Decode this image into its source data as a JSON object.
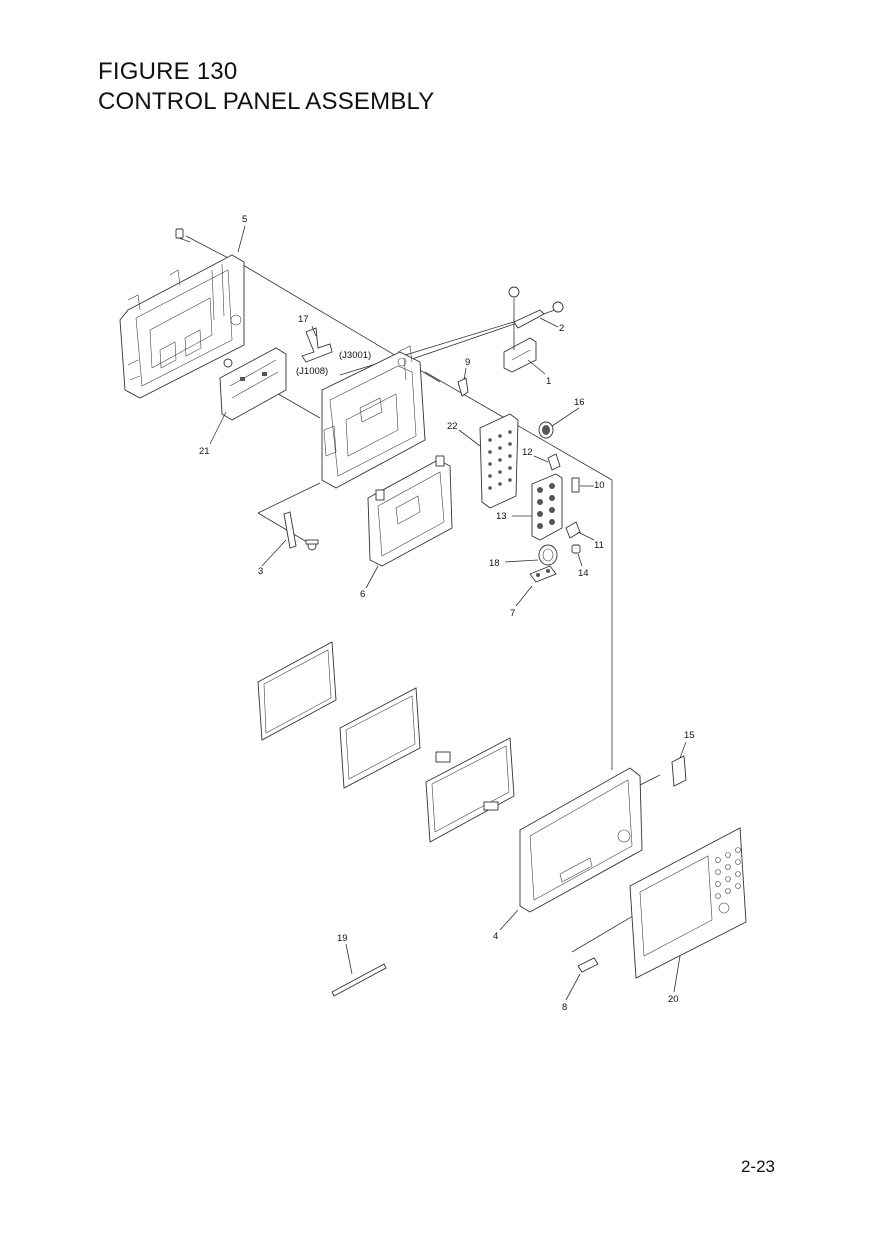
{
  "header": {
    "figure_number": "FIGURE 130",
    "title": "CONTROL PANEL ASSEMBLY"
  },
  "callouts": {
    "c1": "1",
    "c2": "2",
    "c3": "3",
    "c4": "4",
    "c5": "5",
    "c6": "6",
    "c7": "7",
    "c8": "8",
    "c9": "9",
    "c10": "10",
    "c11": "11",
    "c12": "12",
    "c13": "13",
    "c14": "14",
    "c15": "15",
    "c16": "16",
    "c17": "17",
    "c18": "18",
    "c19": "19",
    "c20": "20",
    "c21": "21",
    "c22": "22"
  },
  "connectors": {
    "j3001": "(J3001)",
    "j1008": "(J1008)"
  },
  "footer": {
    "page_number": "2-23"
  }
}
